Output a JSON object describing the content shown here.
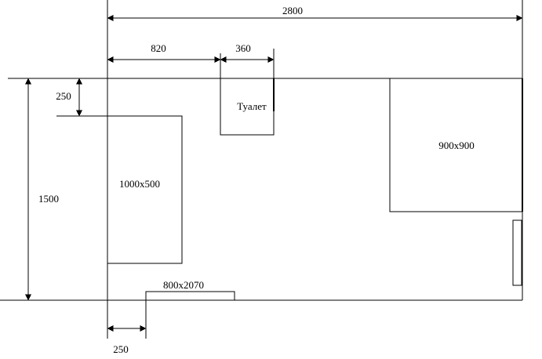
{
  "colors": {
    "lines": "#000000",
    "background": "#ffffff"
  },
  "dimensions": {
    "total_width": "2800",
    "offset_left": "820",
    "toilet_width": "360",
    "top_offset": "250",
    "height": "1500",
    "door_offset": "250"
  },
  "items": {
    "toilet": "Туалет",
    "shower": "900x900",
    "bath": "1000x500",
    "door": "800x2070"
  }
}
